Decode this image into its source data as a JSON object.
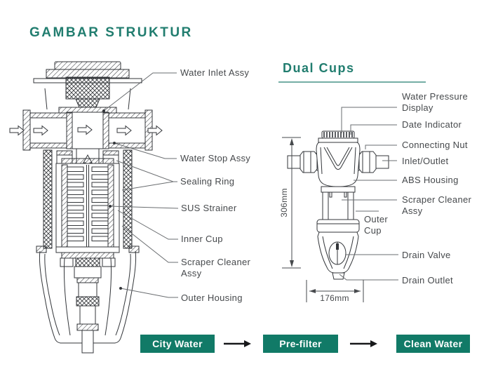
{
  "page": {
    "title": "GAMBAR STRUKTUR",
    "section_title": "Dual Cups"
  },
  "left_diagram": {
    "labels": {
      "water_inlet": "Water Inlet Assy",
      "water_stop": "Water Stop Assy",
      "sealing_ring": "Sealing Ring",
      "sus_strainer": "SUS Strainer",
      "inner_cup": "Inner Cup",
      "scraper_line1": "Scraper Cleaner",
      "scraper_line2": "Assy",
      "outer_housing": "Outer Housing"
    }
  },
  "right_diagram": {
    "labels": {
      "water_pressure_line1": "Water Pressure",
      "water_pressure_line2": "Display",
      "date_indicator": "Date Indicator",
      "connecting_nut": "Connecting Nut",
      "inlet_outlet": "Inlet/Outlet",
      "abs_housing": "ABS Housing",
      "scraper_line1": "Scraper Cleaner",
      "scraper_line2": "Assy",
      "outer_cup_line1": "Outer",
      "outer_cup_line2": "Cup",
      "drain_valve": "Drain Valve",
      "drain_outlet": "Drain Outlet"
    },
    "dimensions": {
      "height": "306mm",
      "width": "176mm"
    }
  },
  "flow": {
    "step1": "City Water",
    "step2": "Pre-filter",
    "step3": "Clean Water"
  },
  "colors": {
    "teal_heading": "#217d6f",
    "button_green": "#117a67",
    "drawing_line": "#33363a",
    "label_gray": "#46494c"
  }
}
